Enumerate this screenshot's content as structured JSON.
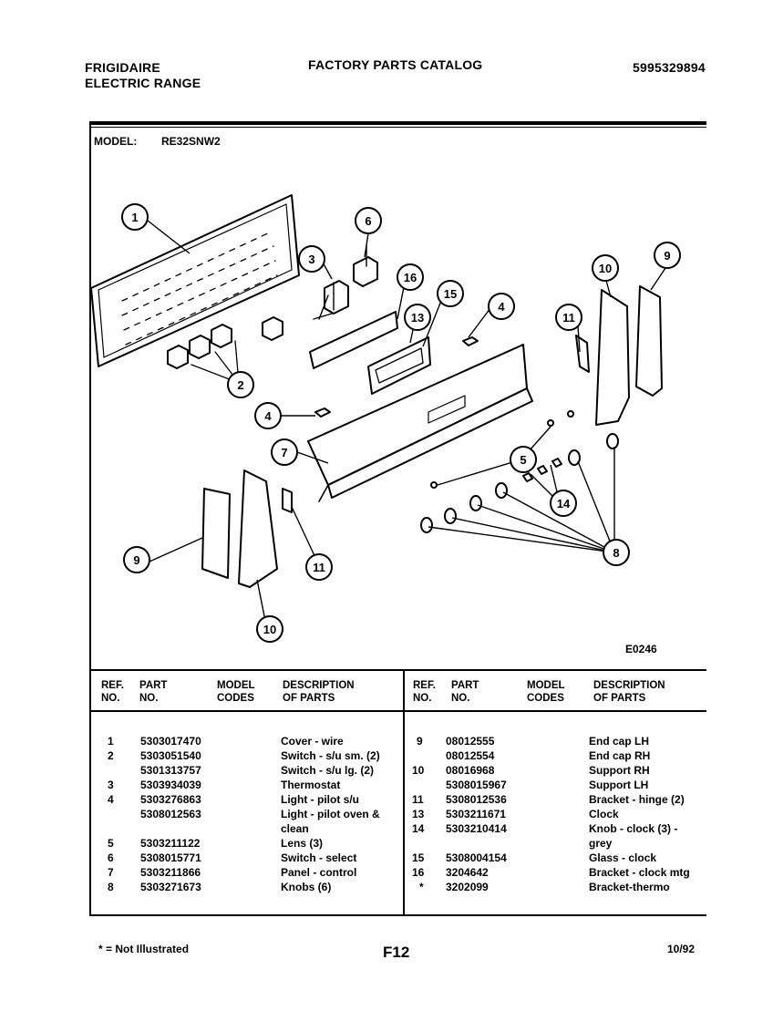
{
  "header": {
    "brand": "FRIGIDAIRE",
    "product": "ELECTRIC RANGE",
    "catalog_title": "FACTORY PARTS CATALOG",
    "catalog_number": "5995329894"
  },
  "model": {
    "label": "MODEL:",
    "value": "RE32SNW2"
  },
  "diagram": {
    "code": "E0246",
    "callouts": [
      "1",
      "2",
      "3",
      "4",
      "4",
      "5",
      "6",
      "7",
      "8",
      "9",
      "9",
      "10",
      "10",
      "11",
      "11",
      "13",
      "14",
      "15",
      "16"
    ]
  },
  "table": {
    "headers": {
      "ref": [
        "REF.",
        "NO."
      ],
      "part": [
        "PART",
        "NO."
      ],
      "model": [
        "MODEL",
        "CODES"
      ],
      "desc": [
        "DESCRIPTION",
        "OF PARTS"
      ]
    },
    "left_rows": [
      {
        "ref": "1",
        "part": "5303017470",
        "code": "",
        "desc": "Cover - wire"
      },
      {
        "ref": "2",
        "part": "5303051540",
        "code": "",
        "desc": "Switch - s/u sm. (2)"
      },
      {
        "ref": "",
        "part": "5301313757",
        "code": "",
        "desc": "Switch - s/u lg. (2)"
      },
      {
        "ref": "3",
        "part": "5303934039",
        "code": "",
        "desc": "Thermostat"
      },
      {
        "ref": "4",
        "part": "5303276863",
        "code": "",
        "desc": "Light - pilot s/u"
      },
      {
        "ref": "",
        "part": "5308012563",
        "code": "",
        "desc": "Light - pilot oven &"
      },
      {
        "ref": "",
        "part": "",
        "code": "",
        "desc": "clean"
      },
      {
        "ref": "5",
        "part": "5303211122",
        "code": "",
        "desc": "Lens (3)"
      },
      {
        "ref": "6",
        "part": "5308015771",
        "code": "",
        "desc": "Switch - select"
      },
      {
        "ref": "7",
        "part": "5303211866",
        "code": "",
        "desc": "Panel - control"
      },
      {
        "ref": "8",
        "part": "5303271673",
        "code": "",
        "desc": "Knobs (6)"
      }
    ],
    "right_rows": [
      {
        "ref": "9",
        "part": "08012555",
        "code": "",
        "desc": "End cap LH"
      },
      {
        "ref": "",
        "part": "08012554",
        "code": "",
        "desc": "End cap RH"
      },
      {
        "ref": "10",
        "part": "08016968",
        "code": "",
        "desc": "Support RH"
      },
      {
        "ref": "",
        "part": "5308015967",
        "code": "",
        "desc": "Support LH"
      },
      {
        "ref": "11",
        "part": "5308012536",
        "code": "",
        "desc": "Bracket - hinge (2)"
      },
      {
        "ref": "13",
        "part": "5303211671",
        "code": "",
        "desc": "Clock"
      },
      {
        "ref": "14",
        "part": "5303210414",
        "code": "",
        "desc": "Knob - clock (3) -"
      },
      {
        "ref": "",
        "part": "",
        "code": "",
        "desc": "grey"
      },
      {
        "ref": "15",
        "part": "5308004154",
        "code": "",
        "desc": "Glass - clock"
      },
      {
        "ref": "16",
        "part": "3204642",
        "code": "",
        "desc": "Bracket - clock mtg"
      },
      {
        "ref": "*",
        "part": "3202099",
        "code": "",
        "desc": "Bracket-thermo"
      }
    ]
  },
  "footer": {
    "note": "* = Not Illustrated",
    "page": "F12",
    "date": "10/92"
  }
}
